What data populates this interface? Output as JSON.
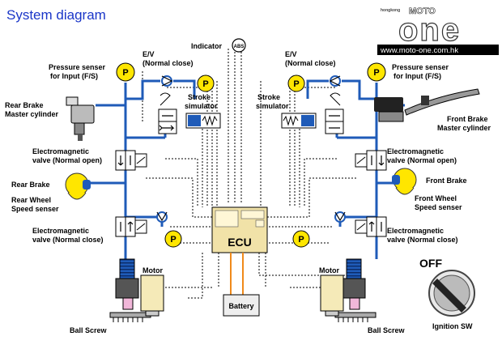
{
  "title": "System diagram",
  "logo": {
    "word": "one",
    "small": "MOTO",
    "tag": "hongkong",
    "url": "www.moto-one.com.hk"
  },
  "labels": {
    "indicator": "Indicator",
    "abs": "ABS",
    "ev_left": "E/V",
    "ev_left_sub": "(Normal close)",
    "ev_right": "E/V",
    "ev_right_sub": "(Normal close)",
    "ps_left_1": "Pressure senser",
    "ps_left_2": "for Input (F/S)",
    "ps_right_1": "Pressure senser",
    "ps_right_2": "for Input (F/S)",
    "rear_master_1": "Rear Brake",
    "rear_master_2": "Master cylinder",
    "front_master_1": "Front Brake",
    "front_master_2": "Master cylinder",
    "stroke_left_1": "Stroke",
    "stroke_left_2": "simulator",
    "stroke_right_1": "Stroke",
    "stroke_right_2": "simulator",
    "em_open_left_1": "Electromagnetic",
    "em_open_left_2": "valve (Normal open)",
    "em_open_right_1": "Electromagnetic",
    "em_open_right_2": "valve (Normal open)",
    "rear_brake": "Rear Brake",
    "front_brake": "Front Brake",
    "rear_wheel_1": "Rear Wheel",
    "rear_wheel_2": "Speed senser",
    "front_wheel_1": "Front Wheel",
    "front_wheel_2": "Speed senser",
    "em_close_left_1": "Electromagnetic",
    "em_close_left_2": "valve (Normal close)",
    "em_close_right_1": "Electromagnetic",
    "em_close_right_2": "valve (Normal close)",
    "ecu": "ECU",
    "motor_left": "Motor",
    "motor_right": "Motor",
    "battery": "Battery",
    "ball_screw_left": "Ball Screw",
    "ball_screw_right": "Ball Screw",
    "off": "OFF",
    "ignition": "Ignition SW",
    "p": "P"
  },
  "colors": {
    "hydraulic": "#1f5bb8",
    "title": "#1a36c8",
    "sensor": "#ffe600",
    "motor_body": "#f5eab8",
    "ecu_body": "#f1e2a8",
    "wire_orange": "#f08a1a"
  }
}
